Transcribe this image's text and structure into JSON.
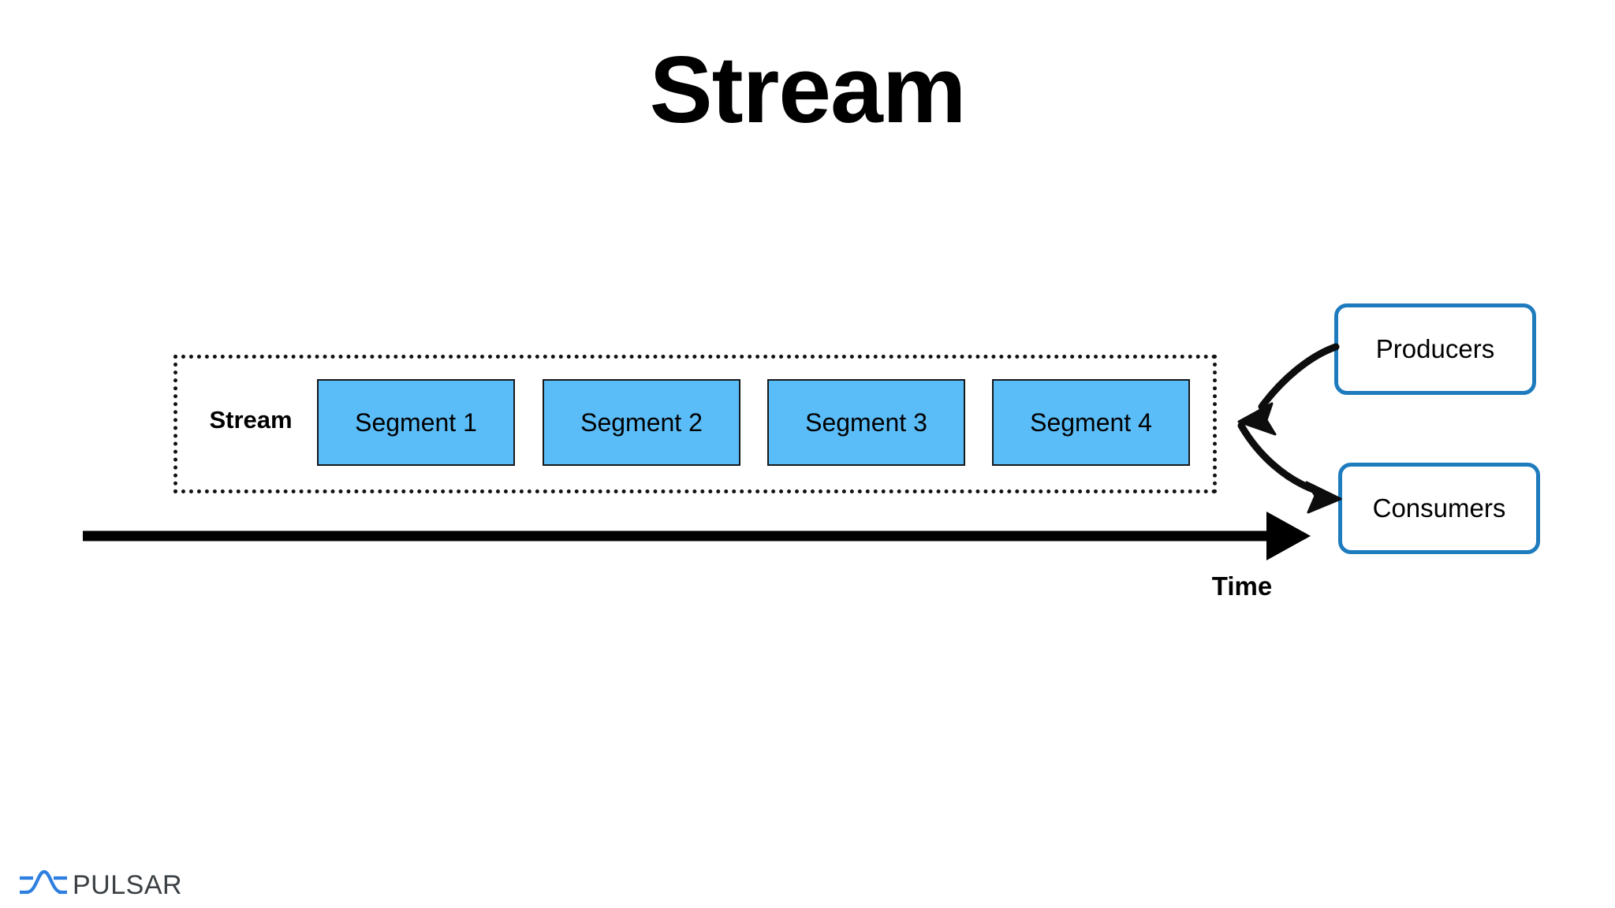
{
  "slide": {
    "title": "Stream",
    "background_color": "#ffffff"
  },
  "stream": {
    "label": "Stream",
    "container_border_style": "dotted",
    "container_border_color": "#111111",
    "segment_fill_color": "#5BBDF8",
    "segment_border_color": "#16181C",
    "segments": [
      {
        "label": "Segment 1"
      },
      {
        "label": "Segment 2"
      },
      {
        "label": "Segment 3"
      },
      {
        "label": "Segment 4"
      }
    ]
  },
  "endpoints": {
    "border_color": "#1E7BBD",
    "producers": {
      "label": "Producers"
    },
    "consumers": {
      "label": "Consumers"
    }
  },
  "arrows": {
    "producers_to_stream": {
      "name": "producers-inbound-arrow",
      "direction": "left"
    },
    "stream_to_consumers": {
      "name": "consumers-outbound-arrow",
      "direction": "right"
    }
  },
  "axis": {
    "label": "Time",
    "direction": "right",
    "color": "#000000"
  },
  "logo": {
    "text": "PULSAR",
    "mark_name": "pulsar-wave-mark",
    "mark_color": "#2E7FE0",
    "text_color": "#3B4044"
  }
}
